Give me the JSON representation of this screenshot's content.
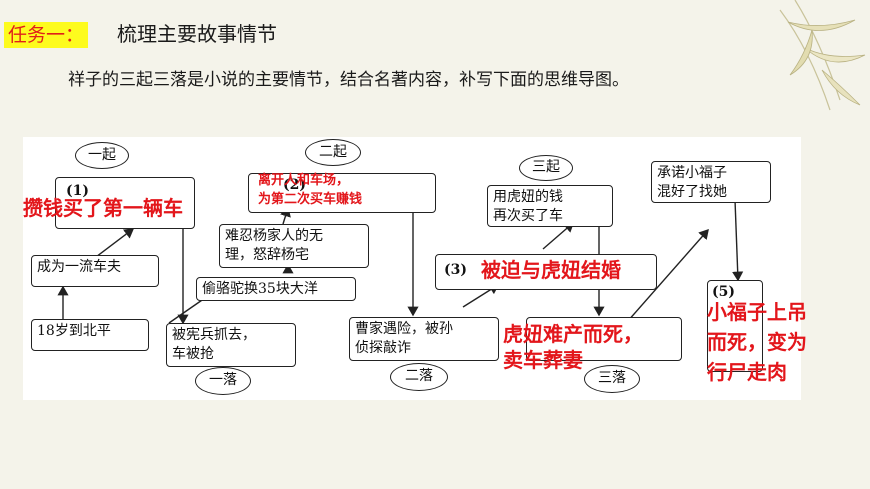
{
  "header": {
    "task_tag": "任务一：",
    "task_title": "梳理主要故事情节",
    "instruction": "祥子的三起三落是小说的主要情节，结合名著内容，补写下面的思维导图。"
  },
  "mind_map": {
    "ovals": {
      "rise1": "一起",
      "rise2": "二起",
      "rise3": "三起",
      "fall1": "一落",
      "fall2": "二落",
      "fall3": "三落"
    },
    "boxes": {
      "arrive": "18岁到北平",
      "rickshaw_puller": "成为一流车夫",
      "blank1": "(1)",
      "seized_line1": "被宪兵抓去，",
      "seized_line2": "车被抢",
      "camels": "偷骆驼换35块大洋",
      "yang_line1": "难忍杨家人的无",
      "yang_line2": "理，怒辞杨宅",
      "blank2": "(2)",
      "sun_line1": "曹家遇险，被孙",
      "sun_line2": "侦探敲诈",
      "blank3": "(3)",
      "hu_line1": "用虎妞的钱",
      "hu_line2": "再次买了车",
      "promise_line1": "承诺小福子",
      "promise_line2": "混好了找她",
      "blank5": "(5)"
    },
    "answers": {
      "a1": "攒钱买了第一辆车",
      "a2_line1": "离开人和车场，",
      "a2_line2": "为第二次买车赚钱",
      "a3": "被迫与虎妞结婚",
      "a4_line1": "虎妞难产而死，",
      "a4_line2": "卖车葬妻",
      "a5_line1": "小福子上吊",
      "a5_line2": "而死，变为",
      "a5_line3": "行尸走肉"
    }
  },
  "colors": {
    "answer_red": "#e3161b",
    "tag_yellow": "#fdfb1e",
    "background": "#f4f3ea"
  },
  "icons": [
    "bamboo-leaf-decoration"
  ]
}
